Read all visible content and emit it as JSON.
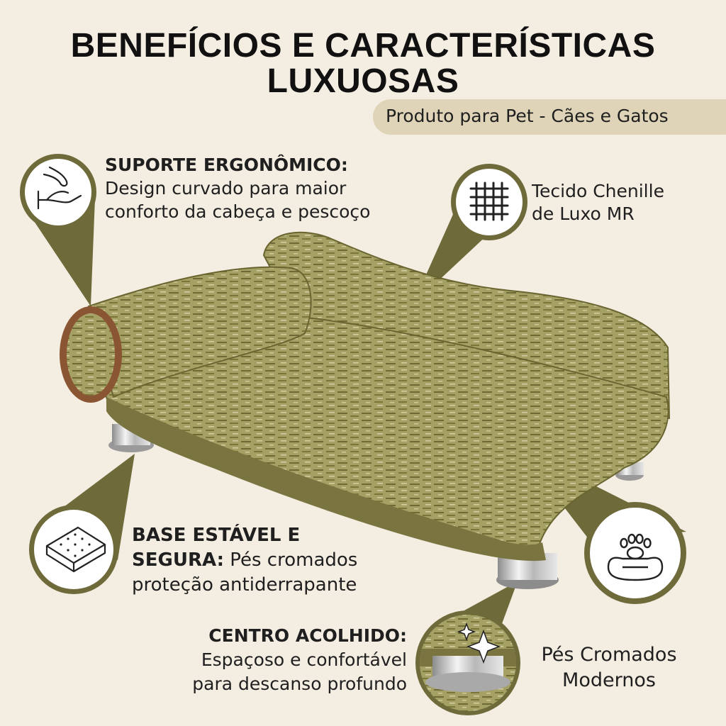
{
  "header": {
    "title_line1": "BENEFÍCIOS E CARACTERÍSTICAS",
    "title_line2": "LUXUOSAS",
    "subtitle": "Produto para Pet - Cães e Gatos"
  },
  "features": {
    "ergonomic": {
      "title": "SUPORTE ERGONÔMICO:",
      "line1": "Design curvado para maior",
      "line2": "conforto da cabeça e pescoço",
      "icon": "hand-care-icon"
    },
    "fabric": {
      "line1": "Tecido Chenille",
      "line2": "de Luxo MR",
      "icon": "woven-fabric-icon"
    },
    "base": {
      "title1": "BASE ESTÁVEL E",
      "title2": "SEGURA:",
      "rest2": " Pés cromados",
      "line3": "proteção antiderrapante",
      "icon": "mattress-pad-icon"
    },
    "center": {
      "title": "CENTRO ACOLHIDO:",
      "line1": "Espaçoso e confortável",
      "line2": "para descanso profundo",
      "icon": "paw-bed-icon"
    },
    "feet": {
      "line1": "Pés Cromados",
      "line2": "Modernos",
      "icon": "sparkle-icon"
    }
  },
  "colors": {
    "background": "#f4ede2",
    "accent_olive": "#6e6a3a",
    "pill": "#dfd4b8",
    "fabric": "#9a9557",
    "piping": "#8a5532"
  }
}
